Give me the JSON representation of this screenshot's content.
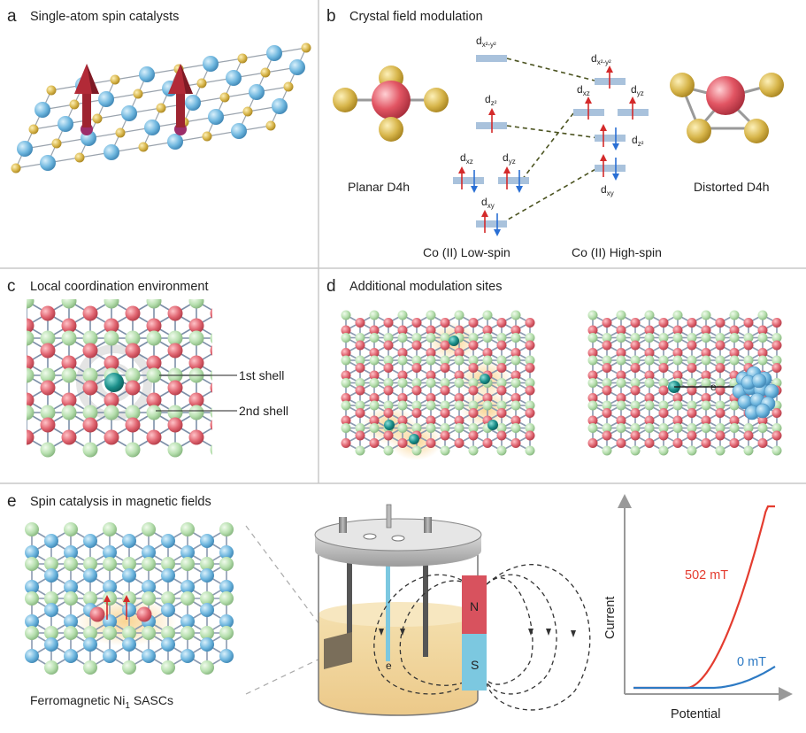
{
  "panels": {
    "a": {
      "letter": "a",
      "title": "Single-atom spin catalysts"
    },
    "b": {
      "letter": "b",
      "title": "Crystal field modulation",
      "left_geometry": "Planar D4h",
      "right_geometry": "Distorted D4h",
      "low_spin": "Co (II) Low-spin",
      "high_spin": "Co (II) High-spin",
      "orbital_d": "d",
      "orbitals_low": {
        "x2y2": "x²-y²",
        "z2": "z²",
        "xz": "xz",
        "yz": "yz",
        "xy": "xy"
      },
      "orbitals_high": {
        "x2y2": "x²-y²",
        "xz": "xz",
        "yz": "yz",
        "z2": "z²",
        "xy": "xy"
      }
    },
    "c": {
      "letter": "c",
      "title": "Local coordination environment",
      "shell1": "1st shell",
      "shell2": "2nd shell"
    },
    "d": {
      "letter": "d",
      "title": "Additional modulation sites",
      "electron": "e"
    },
    "e": {
      "letter": "e",
      "title": "Spin catalysis in magnetic fields",
      "caption": "Ferromagnetic Ni",
      "caption_sub": "1",
      "caption_tail": " SASCs",
      "magnet_n": "N",
      "magnet_s": "S",
      "electron": "e",
      "xlabel": "Potential",
      "ylabel": "Current",
      "curve_high": "502 mT",
      "curve_low": "0 mT"
    }
  },
  "colors": {
    "divider": "#c8c8c8",
    "red_atom": "#e06470",
    "green_atom": "#b6dfae",
    "blue_atom": "#6fb7df",
    "gold_atom": "#d7b54a",
    "teal_center": "#1a8f8a",
    "spin_up": "#d42a2a",
    "spin_down": "#2a6fd4",
    "curve_high": "#e43c2f",
    "curve_low": "#2d7ac4",
    "orbital_bar": "#a9c2dc",
    "connector": "#4b5320",
    "magnet_n": "#d8525e",
    "magnet_s": "#7cc8e0",
    "electrolyte": "#f2d9a2"
  }
}
